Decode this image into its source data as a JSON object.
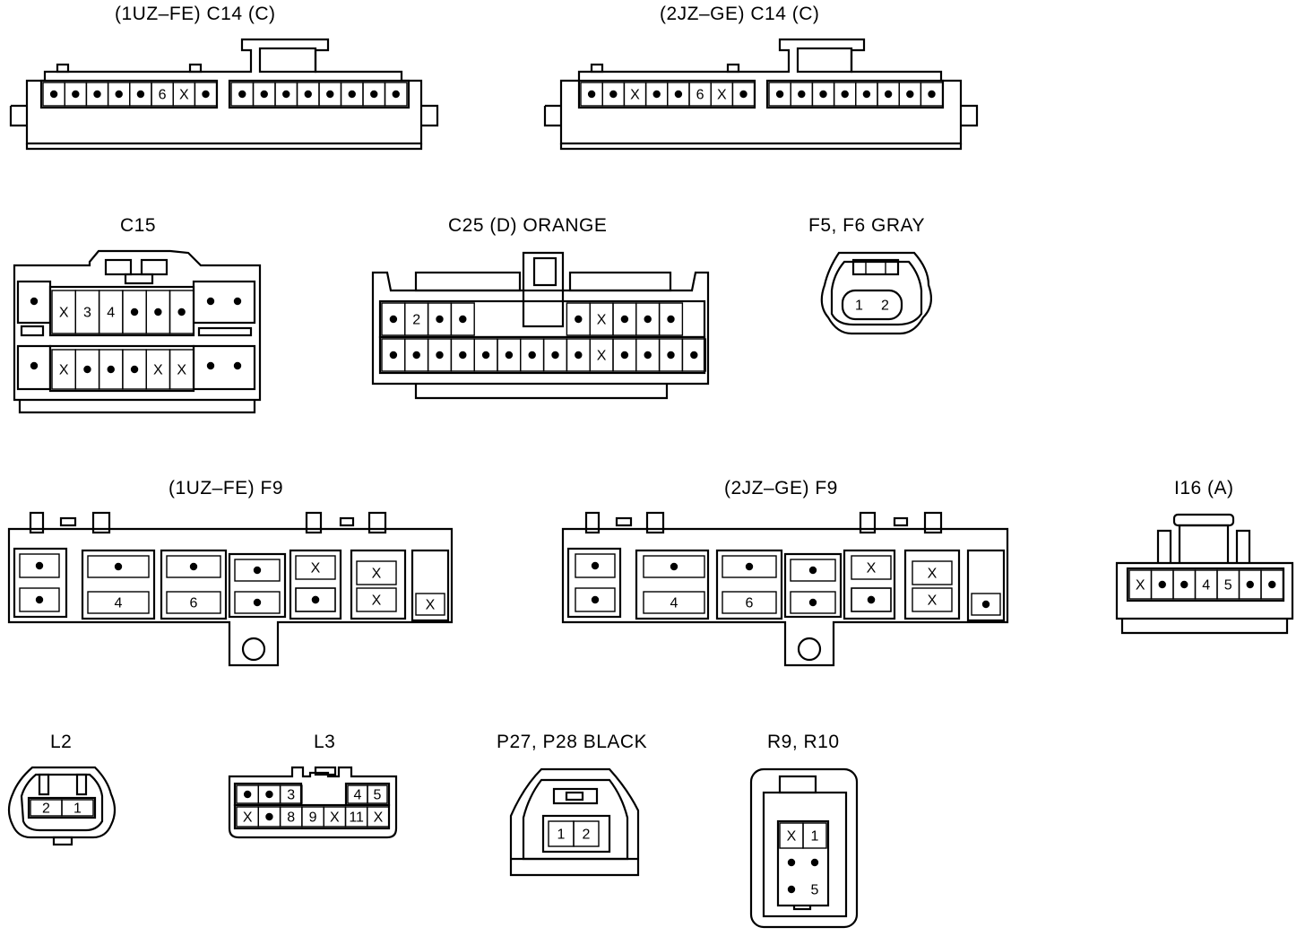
{
  "connectors": [
    {
      "id": "c14_1uz",
      "label": "(1UZ–FE)  C14 (C)",
      "rows": [
        [
          "•",
          "•",
          "•",
          "•",
          "•",
          "6",
          "X",
          "•"
        ],
        [
          "•",
          "•",
          "•",
          "•",
          "•",
          "•",
          "•",
          "•"
        ]
      ]
    },
    {
      "id": "c14_2jz",
      "label": "(2JZ–GE)  C14 (C)",
      "rows": [
        [
          "•",
          "•",
          "X",
          "•",
          "•",
          "6",
          "X",
          "•"
        ],
        [
          "•",
          "•",
          "•",
          "•",
          "•",
          "•",
          "•",
          "•"
        ]
      ]
    },
    {
      "id": "c15",
      "label": "C15",
      "rows": [
        [
          "•",
          "•",
          "X",
          "3",
          "4",
          "•",
          "•",
          "•",
          "•",
          "•"
        ],
        [
          "•",
          "X",
          "•",
          "•",
          "•",
          "X",
          "X",
          "•",
          "•"
        ]
      ]
    },
    {
      "id": "c25",
      "label": "C25 (D)  ORANGE",
      "rows": [
        [
          "•",
          "2",
          "•",
          "•",
          "•",
          "X",
          "•",
          "•",
          "•"
        ],
        [
          "•",
          "•",
          "•",
          "•",
          "•",
          "•",
          "•",
          "•",
          "•",
          "X",
          "•",
          "•",
          "•",
          "•"
        ]
      ]
    },
    {
      "id": "f5f6",
      "label": "F5, F6  GRAY",
      "rows": [
        [
          "1",
          "2"
        ]
      ]
    },
    {
      "id": "f9_1uz",
      "label": "(1UZ–FE)  F9",
      "rows": [
        [
          "•",
          "•",
          "•",
          "•",
          "•",
          "X",
          "X",
          "•",
          "4",
          "6",
          "•",
          "•",
          "X",
          "X"
        ]
      ]
    },
    {
      "id": "f9_2jz",
      "label": "(2JZ–GE)  F9",
      "rows": [
        [
          "•",
          "•",
          "•",
          "•",
          "•",
          "X",
          "X",
          "•",
          "4",
          "6",
          "•",
          "•",
          "X",
          "•"
        ]
      ]
    },
    {
      "id": "i16",
      "label": "I16 (A)",
      "rows": [
        [
          "X",
          "•",
          "•",
          "4",
          "5",
          "•",
          "•"
        ]
      ]
    },
    {
      "id": "l2",
      "label": "L2",
      "rows": [
        [
          "2",
          "1"
        ]
      ]
    },
    {
      "id": "l3",
      "label": "L3",
      "rows": [
        [
          "•",
          "•",
          "3",
          "4",
          "5"
        ],
        [
          "X",
          "•",
          "8",
          "9",
          "X",
          "11",
          "X"
        ]
      ]
    },
    {
      "id": "p27p28",
      "label": "P27, P28  BLACK",
      "rows": [
        [
          "1",
          "2"
        ]
      ]
    },
    {
      "id": "r9r10",
      "label": "R9, R10",
      "rows": [
        [
          "X",
          "1"
        ],
        [
          "•",
          "•"
        ],
        [
          "•",
          "5"
        ]
      ]
    }
  ]
}
